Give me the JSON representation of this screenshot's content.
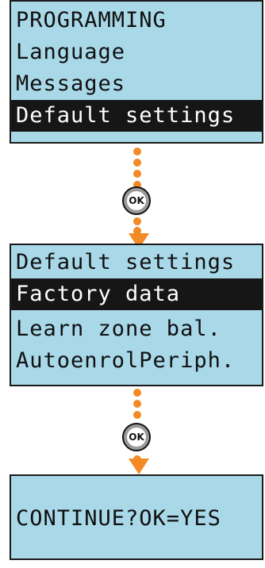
{
  "screens": [
    {
      "lines": [
        "PROGRAMMING",
        "Language",
        "Messages",
        "Default settings"
      ],
      "selected_index": 3
    },
    {
      "lines": [
        "Default settings",
        "Factory data",
        "Learn zone bal.",
        "AutoenrolPeriph."
      ],
      "selected_index": 1
    },
    {
      "lines": [
        "CONTINUE?OK=YES"
      ],
      "selected_index": null
    }
  ],
  "key_label": "OK",
  "colors": {
    "screen": "#a9d8e8",
    "highlight": "#161616",
    "connector": "#f28a26",
    "key": "#9a9a9a"
  }
}
